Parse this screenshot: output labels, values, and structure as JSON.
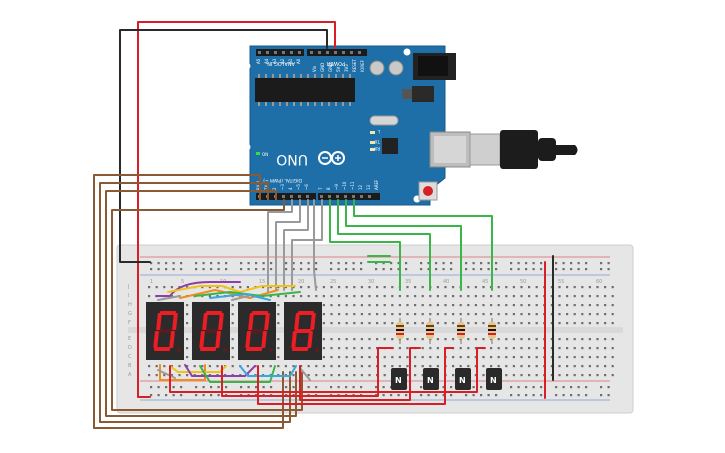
{
  "board": {
    "brand": "UNO",
    "power_header": "POWER",
    "analog_header": "ANALOG IN",
    "analog_pins": [
      "A0",
      "A1",
      "A2",
      "A3",
      "A4",
      "A5"
    ],
    "power_pins": [
      "IOREF",
      "RESET",
      "3V3",
      "5V",
      "GND",
      "GND",
      "Vin"
    ],
    "digital_header": "DIGITAL (PWM ~)",
    "digital_pins": [
      "13",
      "12",
      "~11",
      "~10",
      "~9",
      "8",
      "7",
      "~6",
      "~5",
      "4",
      "~3",
      "2",
      "TX 1",
      "RX 0"
    ],
    "aref_label": "AREF",
    "gnd_label": "GND",
    "tx_label": "TX",
    "rx_label": "RX",
    "l_label": "L",
    "on_label": "ON"
  },
  "breadboard": {
    "col_labels": [
      "1",
      "5",
      "10",
      "15",
      "20",
      "25",
      "30",
      "35",
      "40",
      "45",
      "50",
      "55",
      "60"
    ],
    "row_labels_top": [
      "J",
      "I",
      "H",
      "G",
      "F"
    ],
    "row_labels_bottom": [
      "E",
      "D",
      "C",
      "B",
      "A"
    ]
  },
  "display": {
    "digits": [
      "0",
      "0",
      "0",
      "8"
    ],
    "segment_on": "#ee1c24",
    "segment_off": "#5a1d1d"
  },
  "transistors": {
    "label": "N",
    "count": 4
  },
  "colors": {
    "board_blue": "#1e6fa8",
    "breadboard": "#e8e8e8",
    "wire_red": "#d91f26",
    "wire_black": "#2a2a2a",
    "wire_green": "#3ab54a",
    "wire_brown": "#8a5a34",
    "wire_grey": "#9a9a9a",
    "wire_purple": "#8e3fa6",
    "wire_yellow": "#f2c21c",
    "wire_orange": "#f28c1c"
  }
}
